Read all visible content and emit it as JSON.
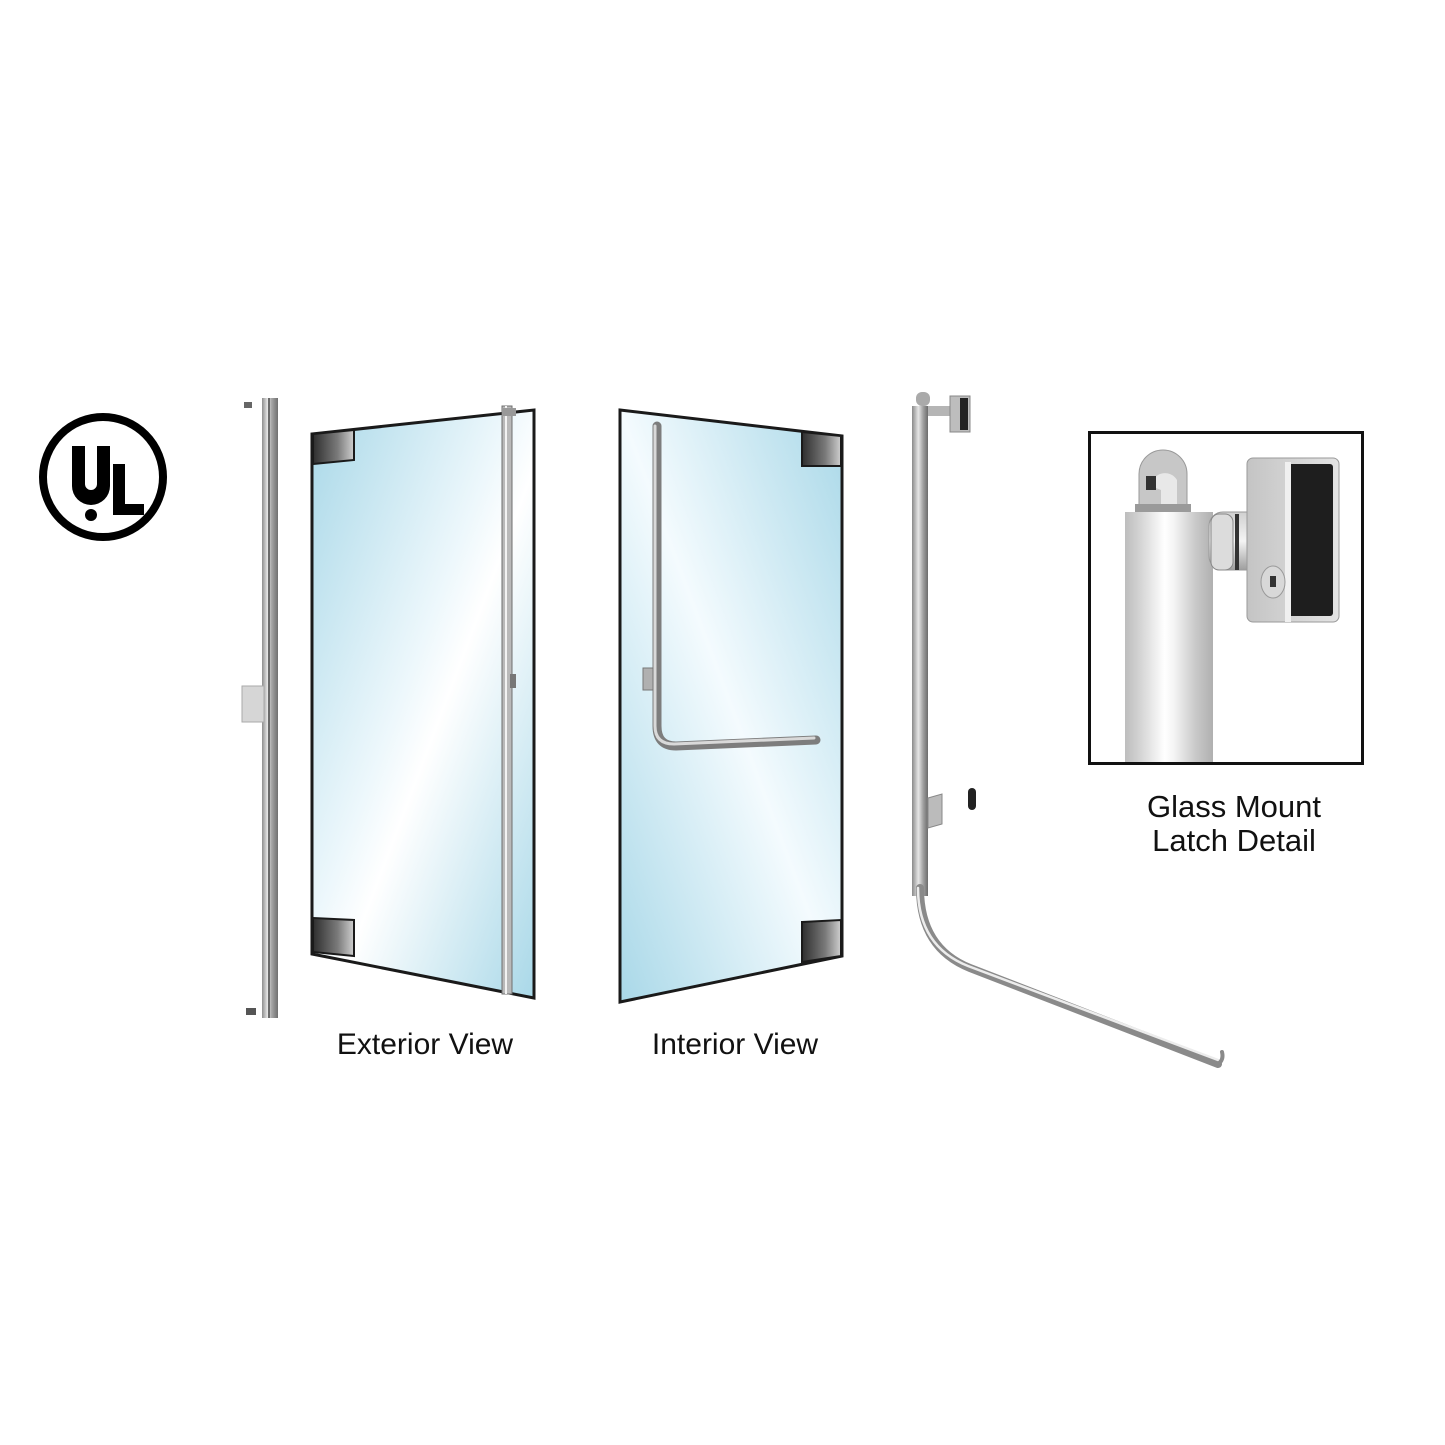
{
  "certification": {
    "mark": "UL",
    "icon": "ul-listed-logo-icon"
  },
  "views": {
    "exterior": {
      "label": "Exterior View"
    },
    "interior": {
      "label": "Interior View"
    },
    "latch_detail": {
      "label_line1": "Glass Mount",
      "label_line2": "Latch Detail"
    }
  },
  "colors": {
    "glass_light": "#eef8fc",
    "glass_blue": "#b5dfec",
    "frame": "#1a1a1a",
    "steel": "#b8b8b8",
    "steel_dark": "#7a7a7a",
    "patch_fitting": "#4a4a4a",
    "background": "#ffffff"
  }
}
